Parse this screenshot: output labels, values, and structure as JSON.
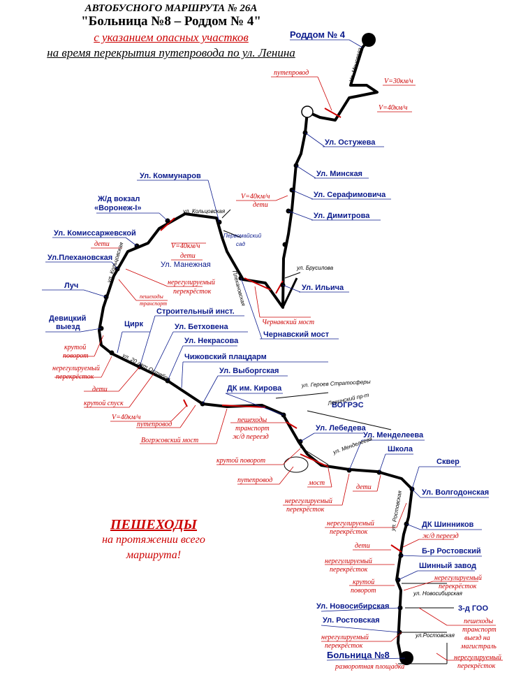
{
  "header": {
    "line1": "АВТОБУСНОГО МАРШРУТА № 26А",
    "line2": "\"Больница №8 – Роддом № 4\"",
    "line3": "с указанием опасных участков",
    "line4": "на время перекрытия путепровода по ул. Ленина"
  },
  "pedestrians": {
    "line1": "ПЕШЕХОДЫ",
    "line2": "на протяжении всего",
    "line3": "маршрута!"
  },
  "terminals": {
    "start": "Роддом № 4",
    "end": "Больница №8",
    "end_note": "разворотная площадка"
  },
  "stops": {
    "s1": "Ул. Остужева",
    "s2": "Ул. Минская",
    "s3": "Ул. Серафимовича",
    "s4": "Ул. Димитрова",
    "s5": "Ул. Ильича",
    "s6": "Чернавский мост",
    "s7": "Ул. Коммунаров",
    "s8": "Ж/д вокзал",
    "s8b": "«Воронеж-I»",
    "s9": "Ул. Комиссаржевской",
    "s10": "Ул.Плехановская",
    "s11": "Луч",
    "s12": "Девицкий",
    "s12b": "выезд",
    "s13": "Ул. Манежная",
    "s14": "Строительный инст.",
    "s15": "Цирк",
    "s16": "Ул. Бетховена",
    "s17": "Ул. Некрасова",
    "s18": "Чижовский плацдарм",
    "s19": "Ул. Выборгская",
    "s20": "ДК им. Кирова",
    "s21": "ВОГРЭС",
    "s22": "Ул. Лебедева",
    "s23": "Ул. Менделеева",
    "s24": "Школа",
    "s25": "Сквер",
    "s26": "Ул. Волгодонская",
    "s27": "ДК Шинников",
    "s28": "Б-р Ростовский",
    "s29": "Шинный завод",
    "s30": "Ул. Новосибирская",
    "s31": "Ул. Ростовская",
    "s32": "3-д ГОО"
  },
  "hazards": {
    "h1": "путепровод",
    "h2": "V=30км/ч",
    "h3": "V=40км/ч",
    "h4": "V=40км/ч",
    "h5": "дети",
    "h6": "Чернавский мост",
    "h7": "дети",
    "h8": "V=40км/ч",
    "h9": "дети",
    "h10": "нерегулируемый",
    "h10b": "перекрёсток",
    "h11": "пешеходы",
    "h11b": "транспорт",
    "h12": "крутой",
    "h12b": "поворот",
    "h13": "нерегулируемый",
    "h13b": "перекрёсток",
    "h14": "дети",
    "h15": "крутой спуск",
    "h16": "V=40км/ч",
    "h17": "путепровод",
    "h18": "Вогрэсовский мост",
    "h19": "пешеходы",
    "h19b": "транспорт",
    "h19c": "ж/д переезд",
    "h20": "крутой поворот",
    "h21": "путепровод",
    "h22": "мост",
    "h23": "дети",
    "h24": "нерегулируемый",
    "h24b": "перекрёсток",
    "h25": "нерегулируемый",
    "h25b": "перекрёсток",
    "h26": "дети",
    "h27": "ж/д переезд",
    "h28": "нерегулируемый",
    "h28b": "перекрёсток",
    "h29": "крутой",
    "h29b": "поворот",
    "h30": "нерегулируемый",
    "h30b": "перекрёсток",
    "h31": "пешеходы",
    "h31b": "транспорт",
    "h31c": "выезд на",
    "h31d": "магистраль",
    "h32": "нерегулируемый",
    "h32b": "перекрёсток",
    "h33": "нерегулируемый",
    "h33b": "перекрёсток"
  },
  "streets": {
    "t1": "ул. Кольцовская",
    "t2": "Первомайский",
    "t2b": "сад",
    "t3": "ул. Брусилова",
    "t4": "ул. Героев Стратосферы",
    "t5": "Ленинский пр-т",
    "t6": "ул. Менделеева",
    "t7": "ул. Ростовская",
    "t8": "ул. Новосибирская",
    "t9": "ул.Ростовская",
    "t10": "ул. 20 лет Октября",
    "t11": "Плехановская",
    "t12": "ул. Кольцовская",
    "t13": "Ул. Моисеева"
  },
  "colors": {
    "route": "#000000",
    "stop_label": "#0a1a8c",
    "hazard": "#cc0000"
  }
}
